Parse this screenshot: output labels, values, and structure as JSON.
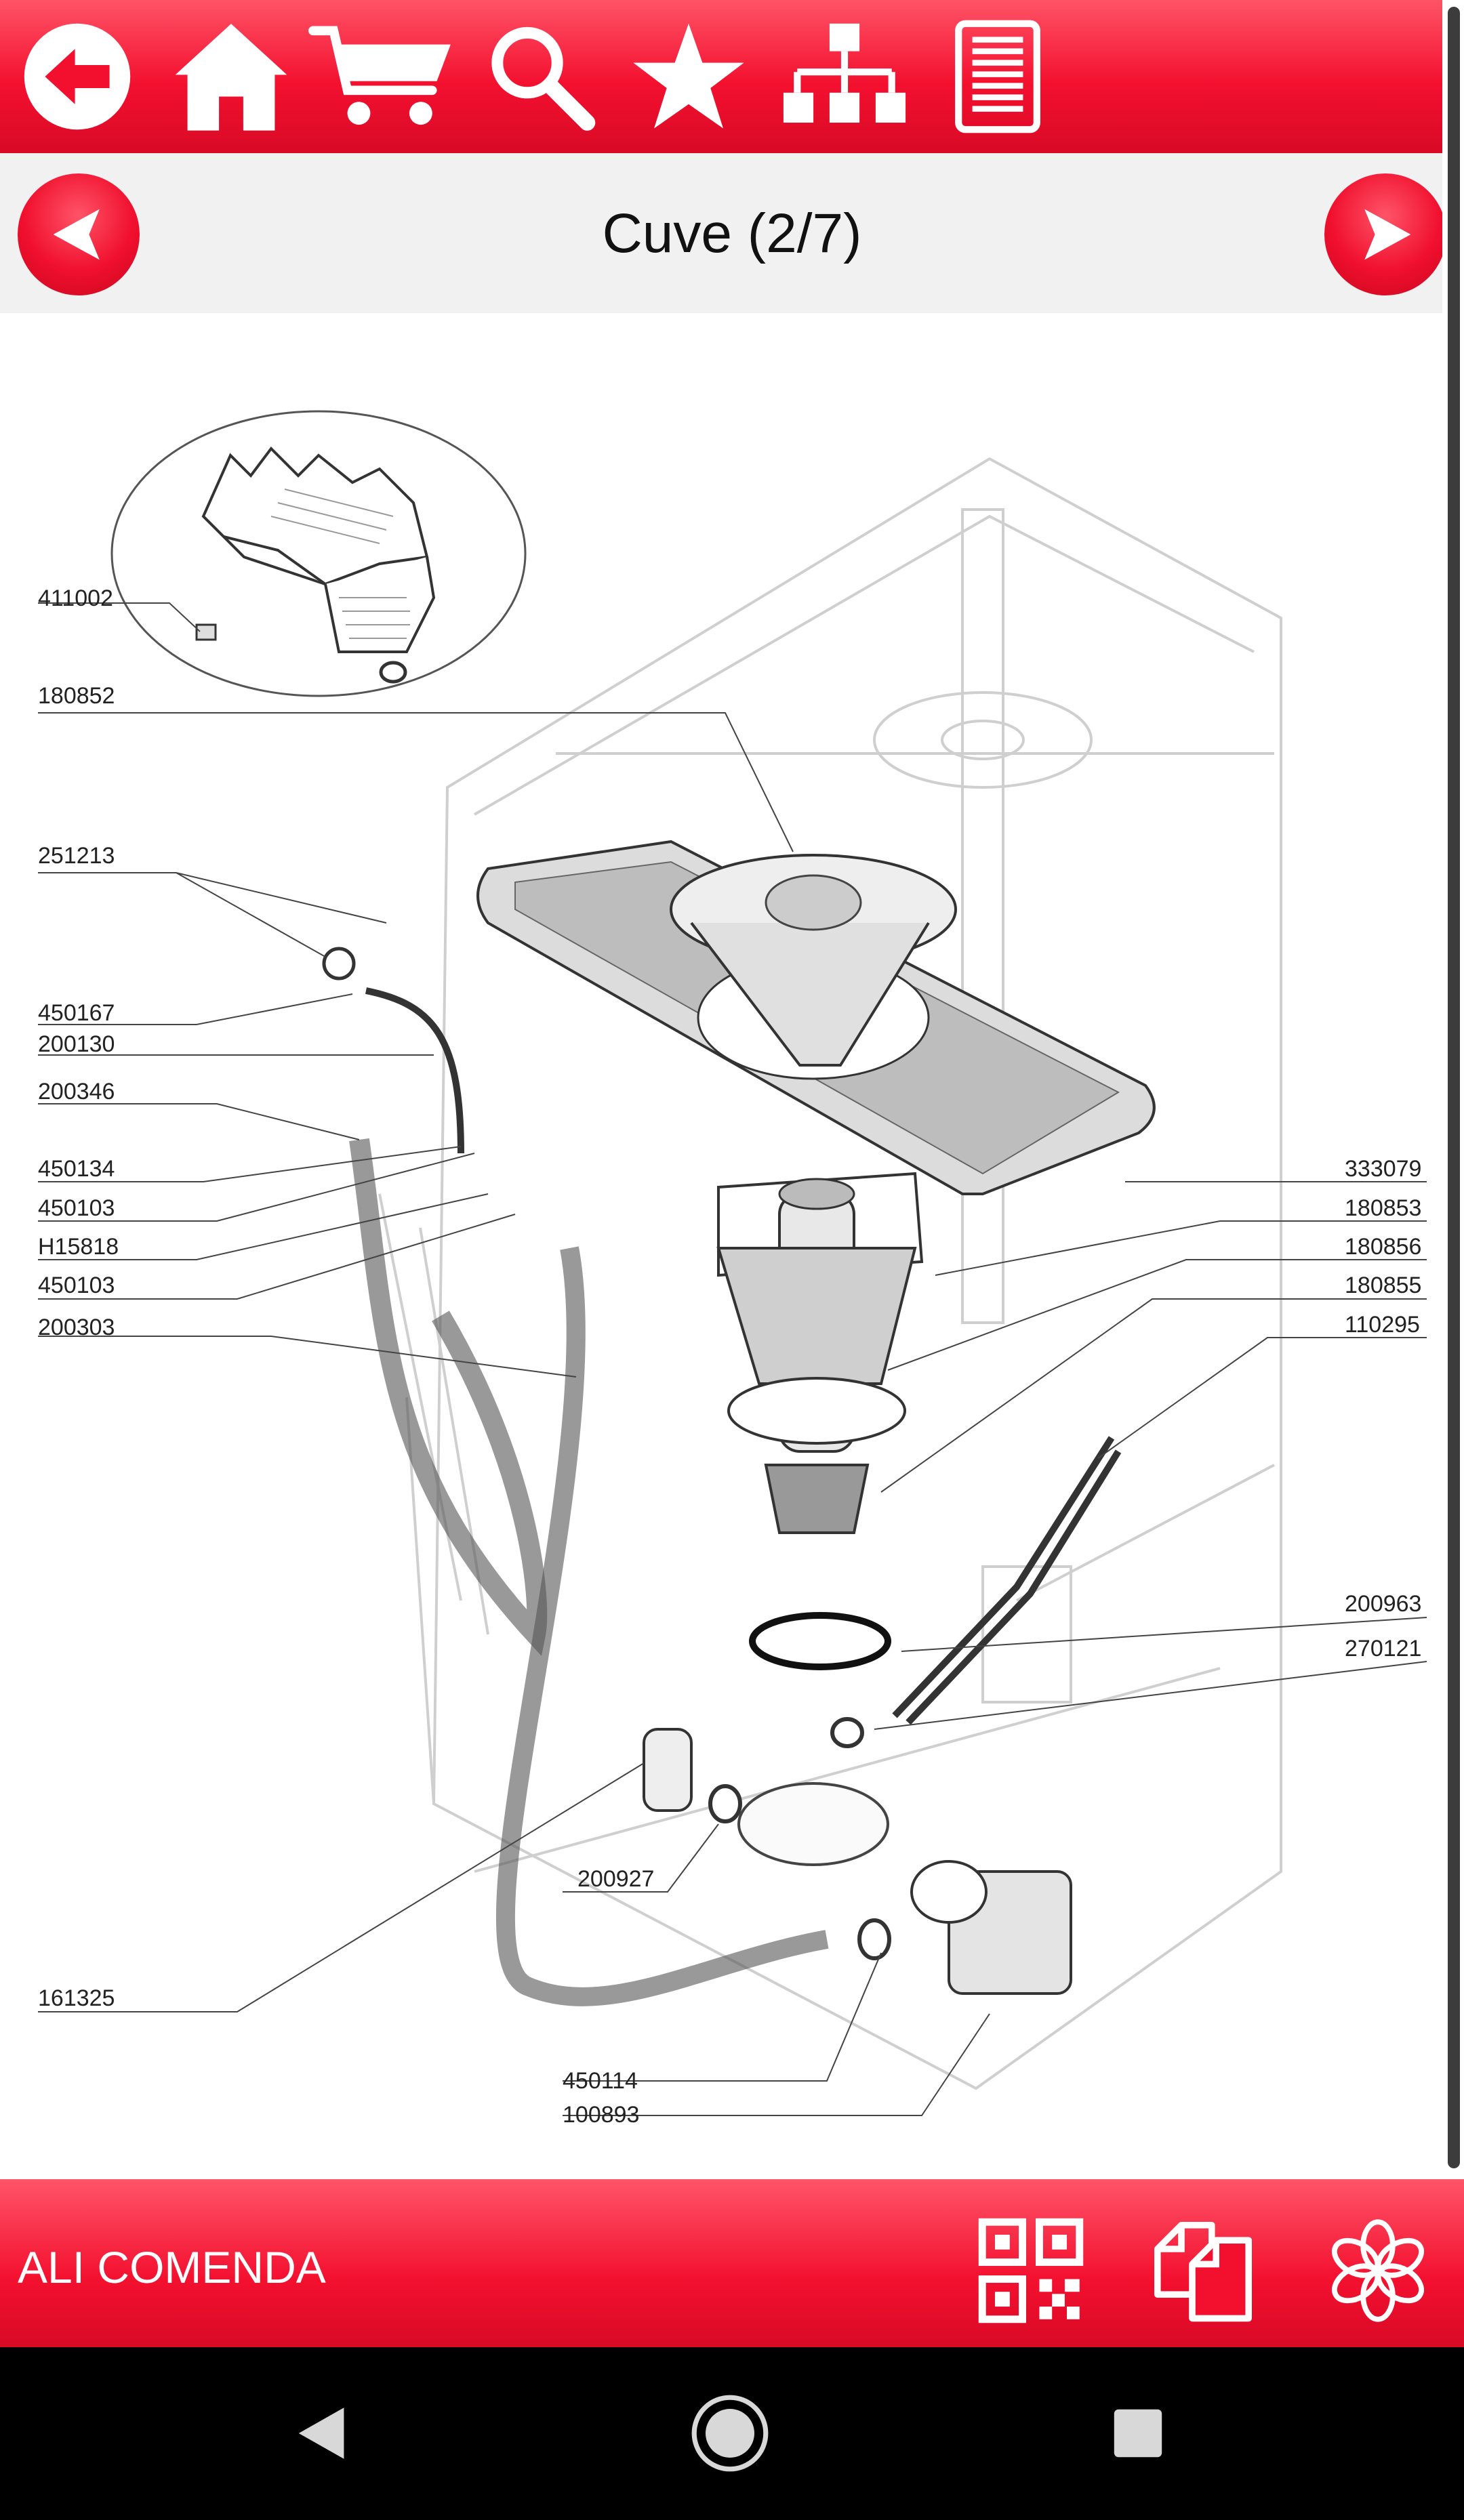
{
  "toolbar": {
    "icons": [
      "back-icon",
      "home-icon",
      "cart-icon",
      "search-icon",
      "star-icon",
      "sitemap-icon",
      "list-icon"
    ]
  },
  "header": {
    "title": "Cuve (2/7)"
  },
  "diagram": {
    "labels": {
      "l411002": "411002",
      "l180852": "180852",
      "l251213": "251213",
      "l450167": "450167",
      "l200130": "200130",
      "l200346": "200346",
      "l450134": "450134",
      "l450103a": "450103",
      "lH15818": "H15818",
      "l450103b": "450103",
      "l200303": "200303",
      "l333079": "333079",
      "l180853": "180853",
      "l180856": "180856",
      "l180855": "180855",
      "l110295": "110295",
      "l200963": "200963",
      "l270121": "270121",
      "l200927": "200927",
      "l161325": "161325",
      "l450114": "450114",
      "l100893": "100893"
    }
  },
  "footer": {
    "brand": "ALI COMENDA"
  },
  "colors": {
    "accent": "#f3102f",
    "nav_bg": "#f1f1f1"
  }
}
